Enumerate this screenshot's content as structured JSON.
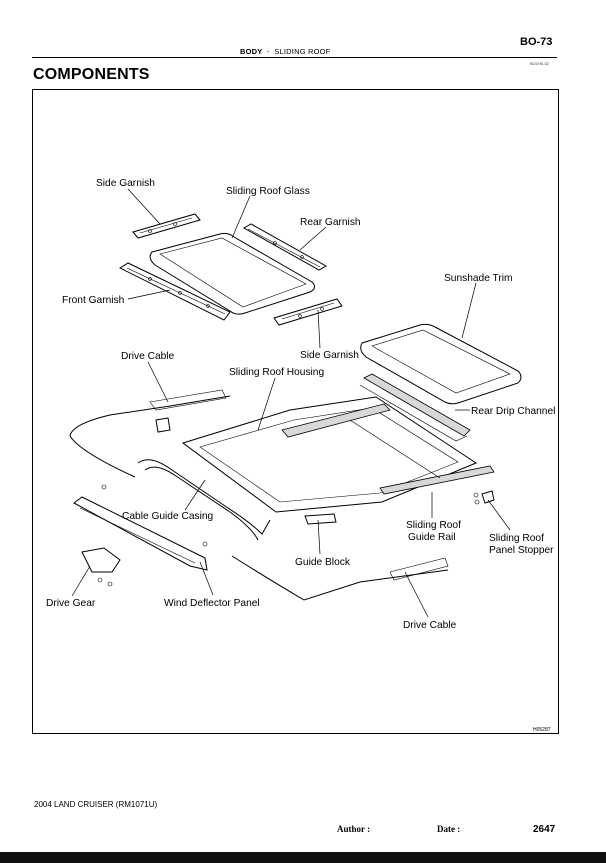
{
  "header": {
    "page_number": "BO-73",
    "section": "BODY",
    "separator": "-",
    "subsection": "SLIDING ROOF",
    "doc_code": "BO1H0-02"
  },
  "title": "COMPONENTS",
  "figure": {
    "code": "H05287",
    "labels": {
      "side_garnish_top": "Side Garnish",
      "sliding_roof_glass": "Sliding Roof Glass",
      "rear_garnish": "Rear Garnish",
      "front_garnish": "Front Garnish",
      "sunshade_trim": "Sunshade Trim",
      "side_garnish_bottom": "Side Garnish",
      "drive_cable_top": "Drive Cable",
      "sliding_roof_housing": "Sliding Roof Housing",
      "rear_drip_channel": "Rear Drip Channel",
      "cable_guide_casing": "Cable Guide Casing",
      "guide_rail_1": "Sliding Roof",
      "guide_rail_2": "Guide Rail",
      "panel_stopper_1": "Sliding Roof",
      "panel_stopper_2": "Panel Stopper",
      "guide_block": "Guide Block",
      "drive_gear": "Drive Gear",
      "wind_deflector_panel": "Wind Deflector Panel",
      "drive_cable_bottom": "Drive Cable"
    }
  },
  "footer": {
    "model": "2004 LAND CRUISER   (RM1071U)",
    "author": "Author :",
    "date": "Date :",
    "page": "2647"
  }
}
